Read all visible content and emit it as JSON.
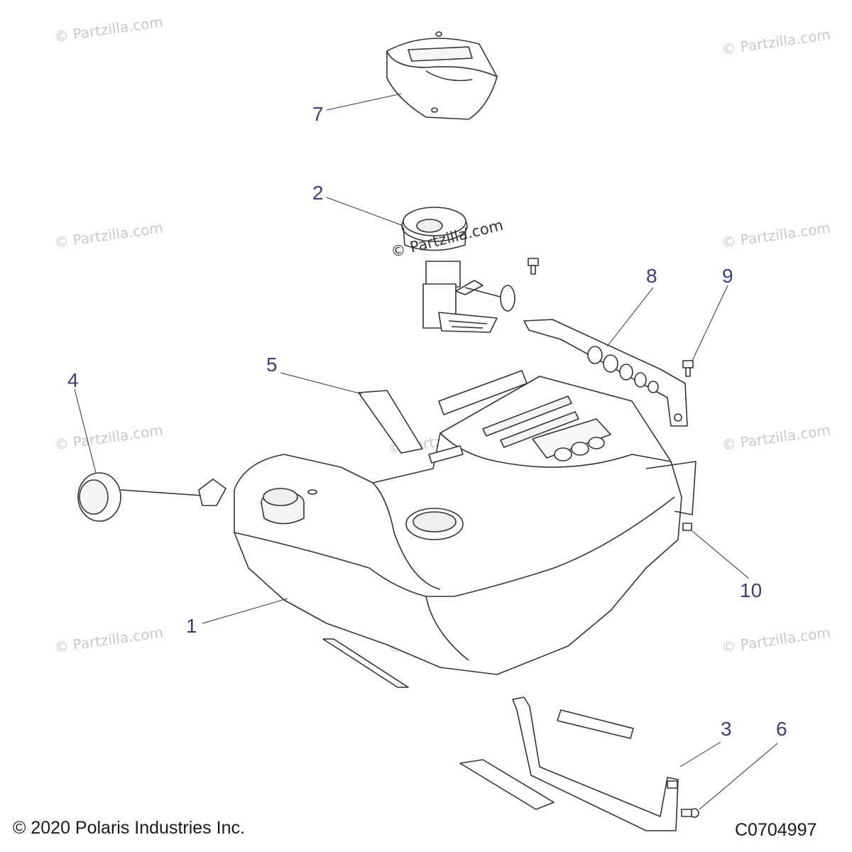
{
  "watermark": "© Partzilla.com",
  "center_watermark": "© Partzilla.com",
  "copyright": "© 2020 Polaris Industries Inc.",
  "diagram_code": "C0704997",
  "callouts": {
    "c1": "1",
    "c2": "2",
    "c3": "3",
    "c4": "4",
    "c5": "5",
    "c6": "6",
    "c7": "7",
    "c8": "8",
    "c9": "9",
    "c10": "10"
  },
  "colors": {
    "callout": "#3a3f7a",
    "line": "#333333",
    "watermark": "#c9c9c9"
  }
}
